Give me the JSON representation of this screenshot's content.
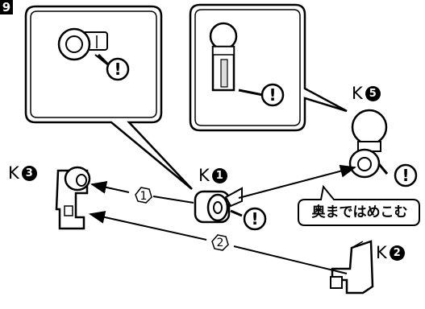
{
  "step": {
    "number": "9"
  },
  "parts": {
    "k1": {
      "prefix": "K",
      "number": "1"
    },
    "k2": {
      "prefix": "K",
      "number": "2"
    },
    "k3": {
      "prefix": "K",
      "number": "3"
    },
    "k5": {
      "prefix": "K",
      "number": "5"
    }
  },
  "arrows": {
    "first": "1",
    "second": "2"
  },
  "callout": {
    "text": "奥まではめこむ"
  },
  "warning_mark": "!",
  "colors": {
    "line": "#000000",
    "fill": "#ffffff",
    "shade": "#e6e6e6"
  }
}
